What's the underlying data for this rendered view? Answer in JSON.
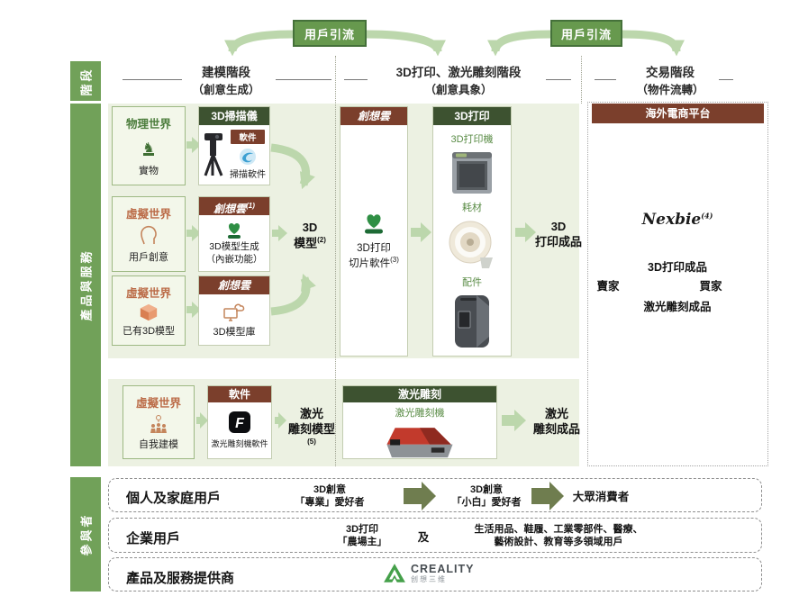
{
  "colors": {
    "green_sidebar": "#71a159",
    "green_dark_header": "#3d5230",
    "maroon_header": "#7b3f2c",
    "arrow_light_green": "#bcd7ac",
    "arrow_olive": "#6f7d4f",
    "panel_bg": "#ecf1e2",
    "green_text": "#5a8c46",
    "orange_accent": "#c4855c",
    "traffic_green": "#67994e"
  },
  "traffic": {
    "label1": "用戶引流",
    "label2": "用戶引流"
  },
  "stages": {
    "sidebar": "階段",
    "c1": {
      "title": "建模階段",
      "subtitle": "（創意生成）"
    },
    "c2": {
      "title": "3D打印、激光雕刻階段",
      "subtitle": "（創意具象）"
    },
    "c3": {
      "title": "交易階段",
      "subtitle": "（物件流轉）"
    }
  },
  "products": {
    "sidebar": "產品與服務",
    "modeling": {
      "row1": {
        "world": "物理世界",
        "source": "實物",
        "header": "3D掃描儀",
        "tag": "軟件",
        "software": "掃描軟件"
      },
      "row2": {
        "world": "虛擬世界",
        "source": "用戶創意",
        "header": "創想雲",
        "sup": "(1)",
        "line1": "3D模型生成",
        "line2": "（內嵌功能）"
      },
      "row3": {
        "world": "虛擬世界",
        "source": "已有3D模型",
        "header": "創想雲",
        "label": "3D模型庫"
      },
      "output": {
        "line1": "3D",
        "line2": "模型",
        "sup": "(2)"
      }
    },
    "printing": {
      "cloud": {
        "header": "創想雲",
        "line1": "3D打印",
        "line2": "切片軟件",
        "sup": "(3)"
      },
      "machine": {
        "header": "3D打印",
        "printer": "3D打印機",
        "material": "耗材",
        "accessory": "配件"
      },
      "output": {
        "line1": "3D",
        "line2": "打印成品"
      }
    },
    "laser": {
      "world": "虛擬世界",
      "source": "自我建模",
      "sw_header": "軟件",
      "sw_label": "激光雕刻機軟件",
      "model": {
        "line1": "激光",
        "line2": "雕刻模型",
        "sup": "(5)"
      },
      "machine": {
        "header": "激光雕刻",
        "label": "激光雕刻機"
      },
      "output": {
        "line1": "激光",
        "line2": "雕刻成品"
      }
    },
    "trading": {
      "header": "海外電商平台",
      "brand": "Nexbie",
      "sup": "(4)",
      "top": "3D打印成品",
      "seller": "賣家",
      "buyer": "買家",
      "bottom": "激光雕刻成品"
    }
  },
  "participants": {
    "sidebar": "參與者",
    "row1": {
      "label": "個人及家庭用戶",
      "s1a": "3D創意",
      "s1b": "「專業」愛好者",
      "s2a": "3D創意",
      "s2b": "「小白」愛好者",
      "s3": "大眾消費者"
    },
    "row2": {
      "label": "企業用戶",
      "s1a": "3D打印",
      "s1b": "「農場主」",
      "conj": "及",
      "s2a": "生活用品、鞋履、工業零部件、醫療、",
      "s2b": "藝術設計、教育等多領域用戶"
    },
    "row3": {
      "label": "產品及服務提供商",
      "brand": "CREALITY",
      "brand_sub": "创想三维"
    }
  }
}
